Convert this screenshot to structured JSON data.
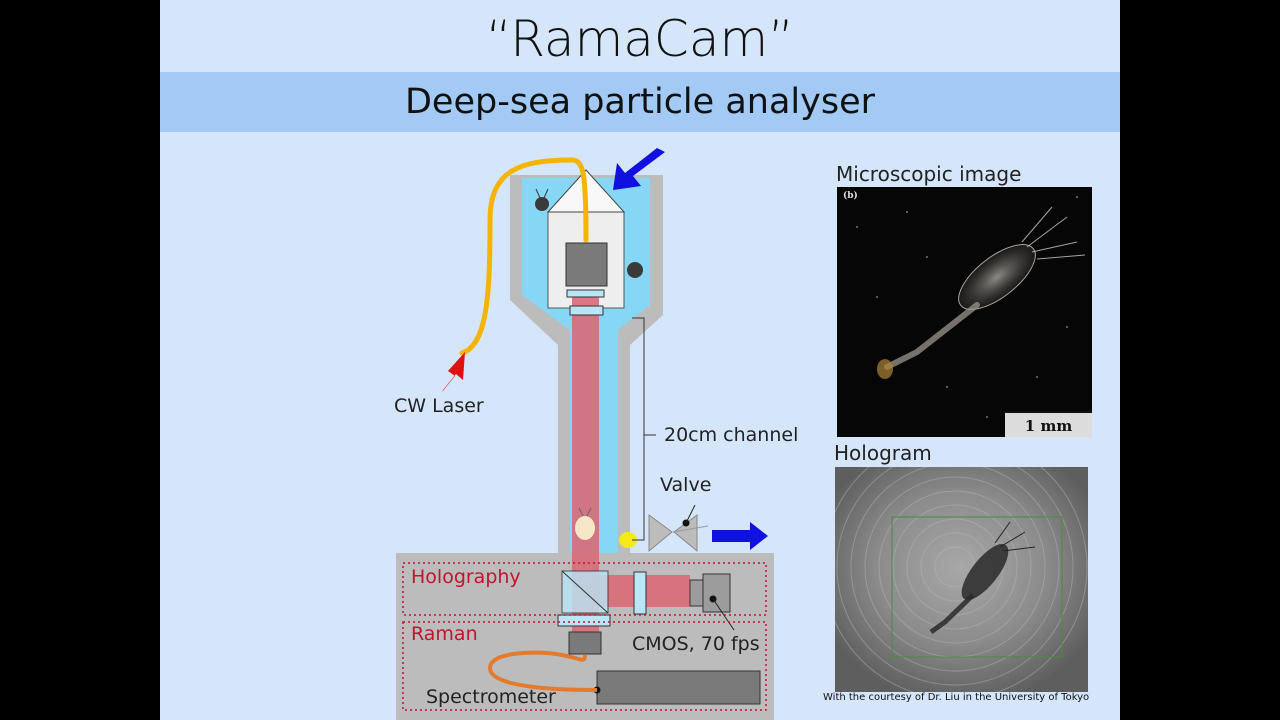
{
  "slide": {
    "title": "“RamaCam”",
    "subtitle": "Deep-sea particle analyser"
  },
  "labels": {
    "cw_laser": "CW Laser",
    "channel": "20cm channel",
    "valve": "Valve",
    "holography": "Holography",
    "raman": "Raman",
    "cmos": "CMOS, 70 fps",
    "spectrometer": "Spectrometer"
  },
  "images": {
    "microscopic_title": "Microscopic image",
    "panel_letter": "(b)",
    "scale_bar": "1 mm",
    "hologram_title": "Hologram",
    "courtesy": "With the courtesy of Dr. Liu in the University of Tokyo"
  },
  "colors": {
    "background": "#d5e6fb",
    "band": "#a2caf5",
    "housing": "#bcbcbc",
    "water": "#86d7f5",
    "beam": "#d96a78",
    "fiber": "#f5b400",
    "flow_arrow": "#1010e0",
    "laser_arrow": "#e01010",
    "section_label": "#c0152b"
  }
}
